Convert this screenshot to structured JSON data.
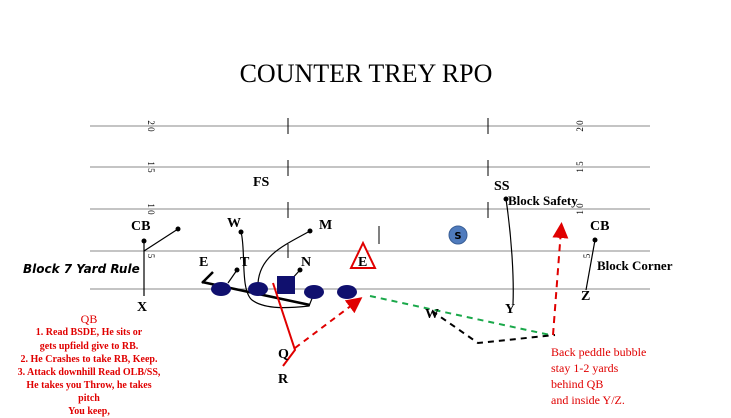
{
  "title": "COUNTER TREY RPO",
  "yard_numbers": {
    "left": [
      "2 0",
      "1 5",
      "1 0",
      "5"
    ],
    "right": [
      "2 0",
      "1 5",
      "1 0",
      "5"
    ]
  },
  "defense": {
    "cb_left": "CB",
    "w": "W",
    "m": "M",
    "e_left": "E",
    "t": "T",
    "n": "N",
    "e_right": "E",
    "fs": "FS",
    "ss": "SS",
    "cb_right": "CB",
    "s": "S"
  },
  "offense": {
    "x": "X",
    "wing": "W",
    "y": "Y",
    "z": "Z",
    "q": "Q",
    "r": "R"
  },
  "notes": {
    "block_7": "Block 7 Yard Rule",
    "block_safety": "Block Safety",
    "block_corner": "Block Corner",
    "qb_lines": [
      "QB",
      "1. Read BSDE, He sits or",
      "gets upfield give to RB.",
      "2. He Crashes to take RB, Keep.",
      "3. Attack downhill Read OLB/SS,",
      "He takes you Throw, he takes",
      "pitch",
      "You keep,"
    ],
    "bubble_lines": [
      "Back peddle bubble",
      "stay 1-2 yards",
      "behind QB",
      "and inside Y/Z."
    ]
  },
  "colors": {
    "lineman": "#10106e",
    "safety": "#4f7bbd",
    "read": "#e00000",
    "green": "#1aa84a"
  }
}
